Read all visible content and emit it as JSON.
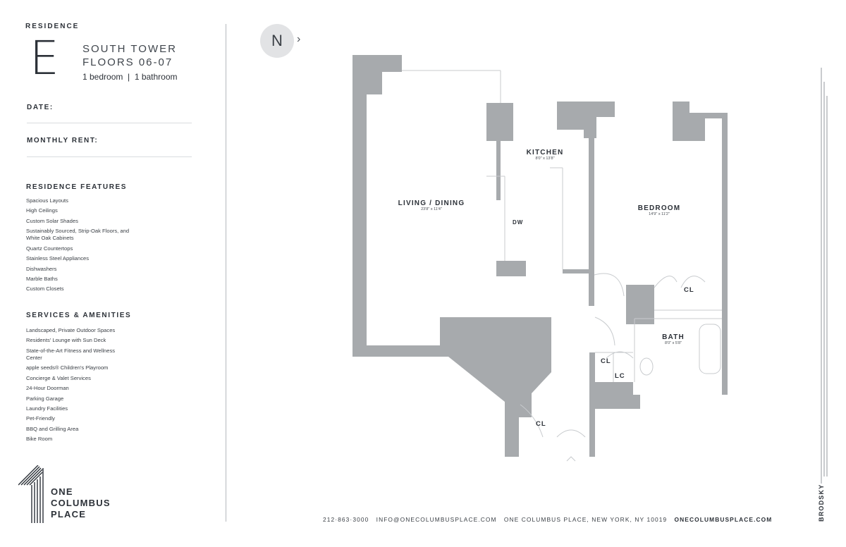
{
  "residence": {
    "label": "RESIDENCE",
    "letter": "E",
    "tower_line1": "SOUTH TOWER",
    "tower_line2": "FLOORS 06-07",
    "rooms": "1 bedroom  |  1 bathroom"
  },
  "fields": {
    "date_label": "DATE:",
    "rent_label": "MONTHLY RENT:"
  },
  "features": {
    "title": "RESIDENCE FEATURES",
    "items": [
      "Spacious Layouts",
      "High Ceilings",
      "Custom Solar Shades",
      "Sustainably Sourced, Strip-Oak Floors, and White Oak Cabinets",
      "Quartz Countertops",
      "Stainless Steel Appliances",
      "Dishwashers",
      "Marble Baths",
      "Custom Closets"
    ]
  },
  "amenities": {
    "title": "SERVICES & AMENITIES",
    "items": [
      "Landscaped, Private Outdoor Spaces",
      "Residents' Lounge with Sun Deck",
      "State-of-the-Art Fitness and Wellness Center",
      "apple seeds® Children's Playroom",
      "Concierge & Valet Services",
      "24-Hour Doorman",
      "Parking Garage",
      "Laundry Facilities",
      "Pet-Friendly",
      "BBQ and Grilling Area",
      "Bike Room"
    ]
  },
  "logo": {
    "line1": "ONE",
    "line2": "COLUMBUS",
    "line3": "PLACE",
    "icon": "one-numeral-logo-icon"
  },
  "compass": {
    "letter": "N",
    "arrow": "›"
  },
  "floorplan": {
    "living": {
      "label": "LIVING / DINING",
      "dims": "23'8\" x 11'4\""
    },
    "kitchen": {
      "label": "KITCHEN",
      "dims": "8'0\" x 13'8\""
    },
    "bedroom": {
      "label": "BEDROOM",
      "dims": "14'9\" x 11'2\""
    },
    "bath": {
      "label": "BATH",
      "dims": "8'0\" x 5'8\""
    },
    "dw": "DW",
    "cl_bedroom": "CL",
    "cl_hall": "CL",
    "lc": "LC",
    "cl_entry": "CL"
  },
  "footer": {
    "phone": "212·863·3000",
    "email": "INFO@ONECOLUMBUSPLACE.COM",
    "address": "ONE COLUMBUS PLACE, NEW YORK, NY 10019",
    "website": "ONECOLUMBUSPLACE.COM"
  },
  "brand": "BRODSKY",
  "colors": {
    "wall": "#a7aaad",
    "text": "#2c3138",
    "compass_bg": "#e2e3e5"
  }
}
